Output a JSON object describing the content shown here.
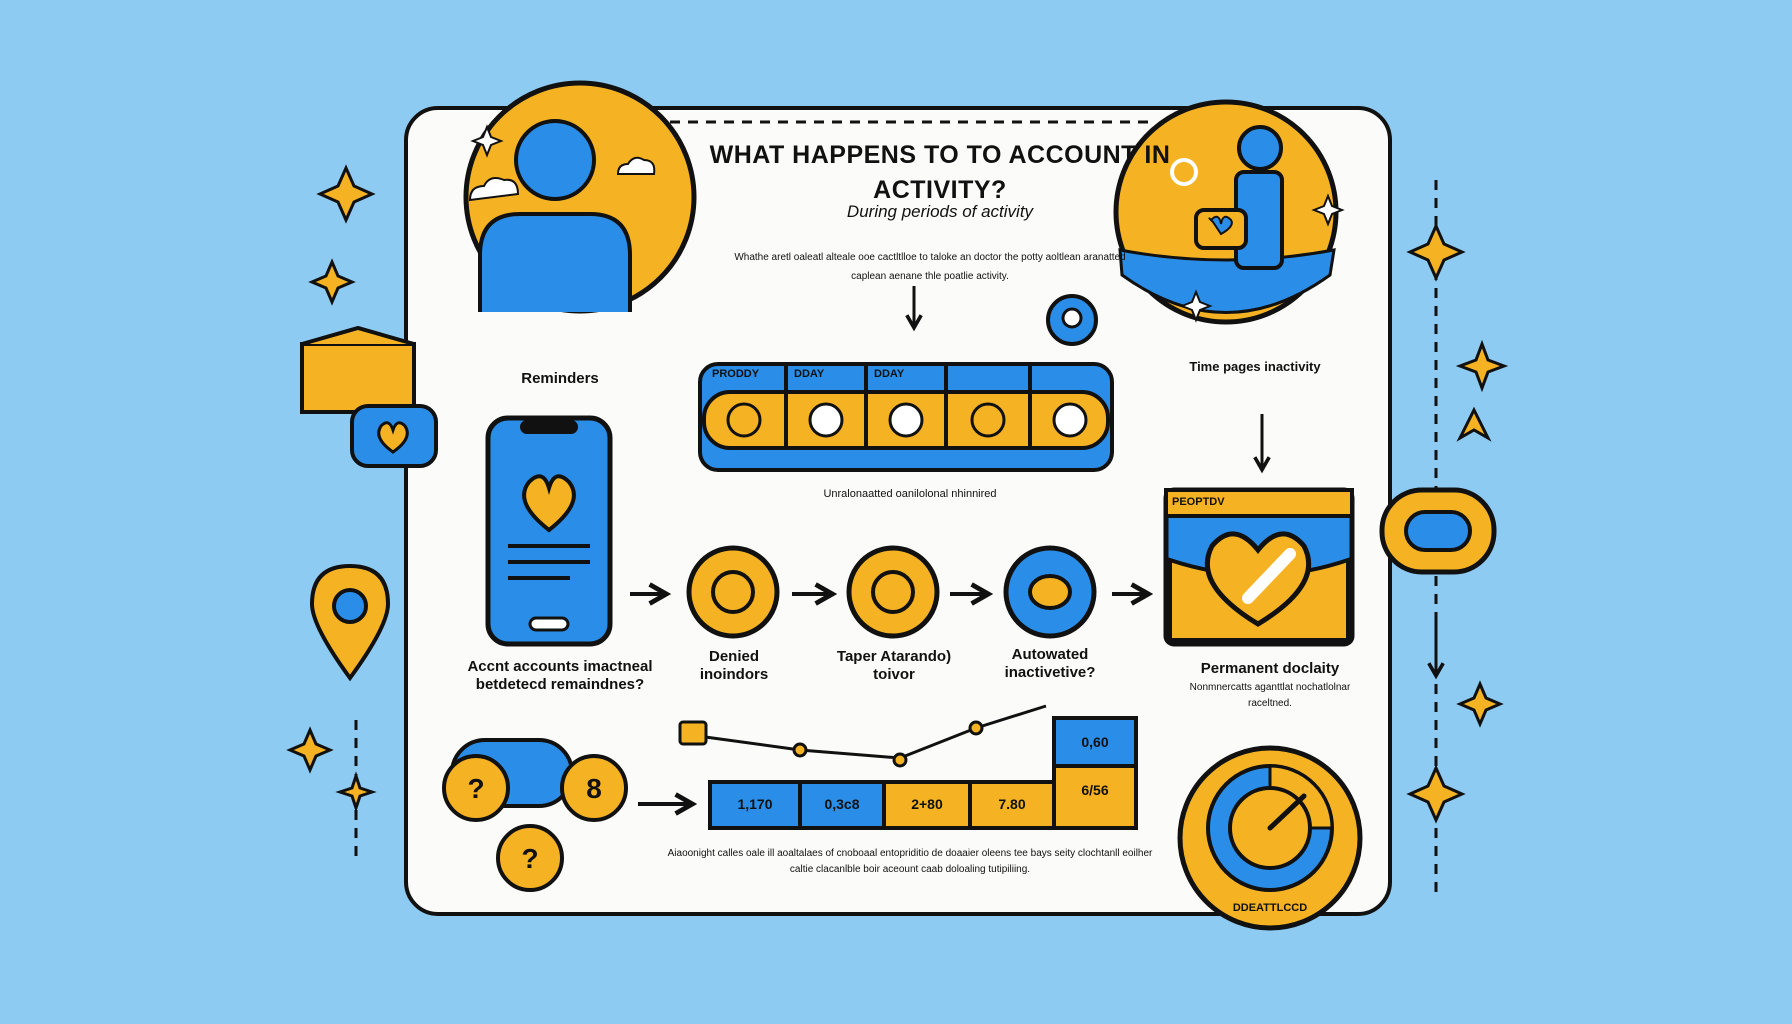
{
  "title": "WHAT HAPPENS TO TO ACCOUNT IN ACTIVITY?",
  "subtitle": "During periods of activity",
  "blurb": "Whathe aretl oaleatl alteale ooe cactltlloe to taloke an doctor the potty aoltlean aranatted caplean aenane thle poatlie activity.",
  "labels": {
    "reminders": "Reminders",
    "time_pause": "Time pages inactivity",
    "unanswered": "Unralonaatted oanilolonal nhinnired",
    "accounts": "Accnt accounts imactneal betdetecd remaindnes?",
    "denied": "Denied inoindors",
    "taper": "Taper Atarando) toivor",
    "automated": "Autowated inactivetive?",
    "permanent": "Permanent doclaity",
    "permanent_note": "Nonmnercatts aganttlat nochatlolnar raceltned.",
    "footer": "Aiaoonight calles oale ill aoaltalaes of cnoboaal entopriditio de doaaier oleens tee bays seity clochtanll eoilher caltie clacanlble boir aceount caab doloaling tutipiliing.",
    "dial": "DDEATTLCCD"
  },
  "timeline_tabs": [
    "PRODDY",
    "DDAY",
    "DDAY",
    "",
    ""
  ],
  "window_tab": "PEOPTDV",
  "values": [
    "1,170",
    "0,3c8",
    "2+80",
    "7.80",
    "0,60",
    "6/56"
  ],
  "icons": [
    "person-icon",
    "heart-icon",
    "phone-icon",
    "chat-icon",
    "map-pin-icon",
    "sparkle-icon",
    "question-icon",
    "dial-icon",
    "arrow-icon",
    "envelope-icon",
    "cloud-icon"
  ],
  "colors": {
    "background": "#8ecbf3",
    "yellow": "#f5b323",
    "blue": "#2a8ee8",
    "outline": "#111111",
    "card": "#fbfbf9"
  }
}
